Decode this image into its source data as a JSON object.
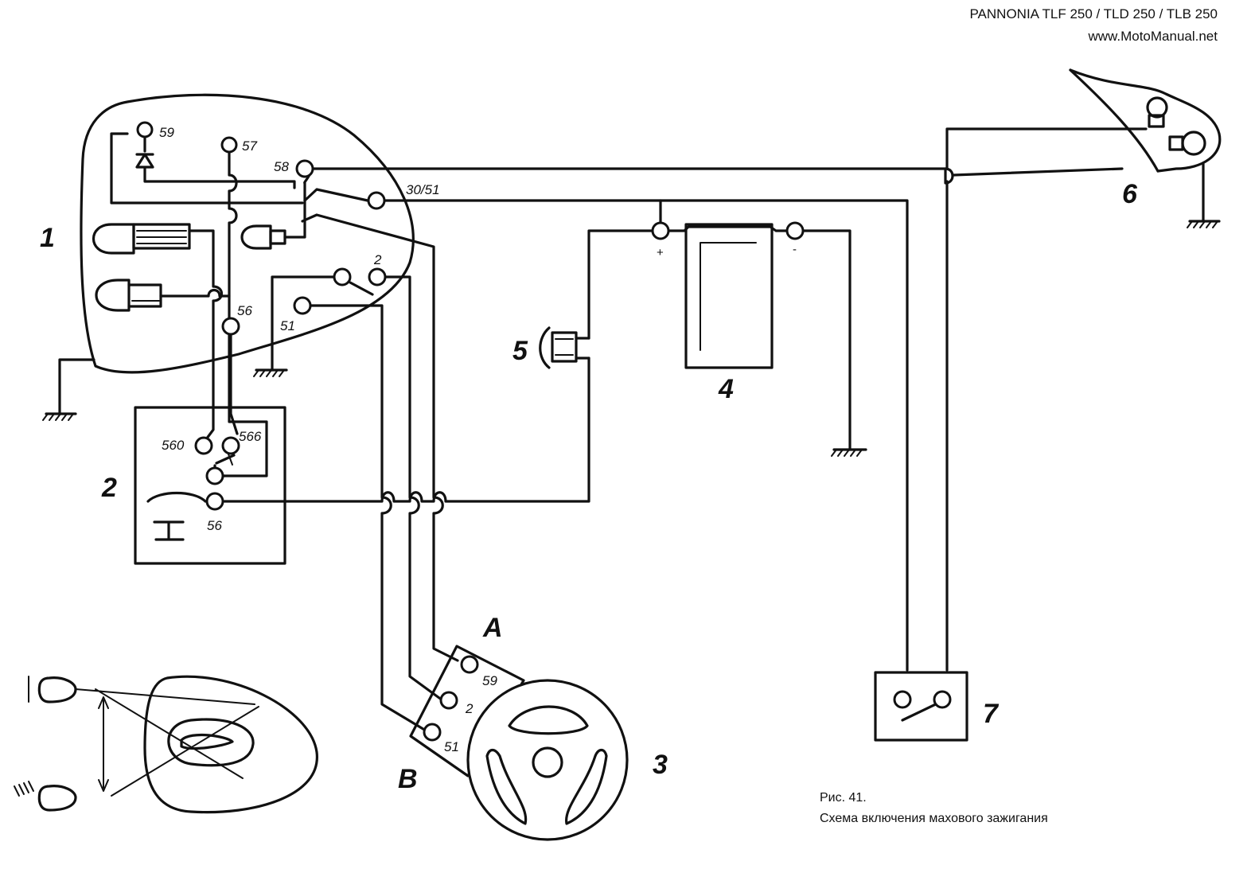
{
  "header": {
    "model": "PANNONIA TLF 250 / TLD 250 /  TLB 250",
    "site": "www.MotoManual.net"
  },
  "caption": {
    "figure": "Рис. 41.",
    "title": "Схема включения махового зажигания"
  },
  "components": {
    "c1": "1",
    "c2": "2",
    "c3": "3",
    "c4": "4",
    "c5": "5",
    "c6": "6",
    "c7": "7",
    "a": "A",
    "b": "B"
  },
  "terminals": {
    "t59": "59",
    "t57": "57",
    "t58": "58",
    "t30_51": "30/51",
    "t2": "2",
    "t56_head": "56",
    "t51_head": "51",
    "t560": "560",
    "t566": "566",
    "t56_sw": "56",
    "t59_mag": "59",
    "t2_mag": "2",
    "t51_mag": "51"
  },
  "polarity": {
    "plus": "+",
    "minus": "-"
  }
}
